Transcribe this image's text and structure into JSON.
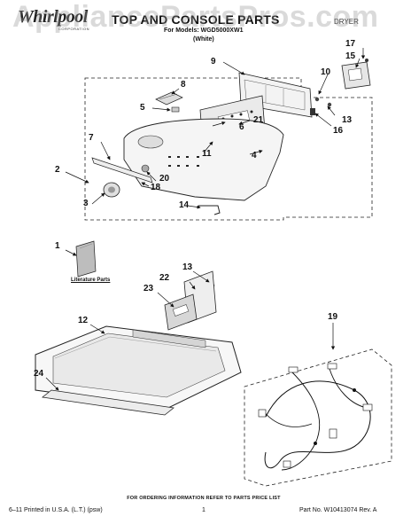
{
  "watermark": "AppliancePartsPros.com",
  "brand": {
    "name": "Whirlpool",
    "sub": "CORPORATION"
  },
  "header": {
    "title": "TOP AND CONSOLE PARTS",
    "model": "For Models: WGD5000XW1",
    "color": "(White)",
    "product": "DRYER"
  },
  "part_numbers": {
    "p1": "1",
    "p2": "2",
    "p3": "3",
    "p4": "4",
    "p5": "5",
    "p6": "6",
    "p7": "7",
    "p8": "8",
    "p9": "9",
    "p10": "10",
    "p11": "11",
    "p12": "12",
    "p13a": "13",
    "p13b": "13",
    "p14": "14",
    "p15": "15",
    "p16": "16",
    "p17": "17",
    "p18": "18",
    "p19": "19",
    "p20": "20",
    "p21": "21",
    "p22": "22",
    "p23": "23",
    "p24": "24"
  },
  "literature_label": "Literature Parts",
  "footer": {
    "ordering_note": "FOR ORDERING INFORMATION REFER TO PARTS PRICE LIST",
    "printed": "6–11 Printed in U.S.A. (L.T.) (psw)",
    "page": "1",
    "part_no": "Part No. W10413074 Rev. A"
  }
}
